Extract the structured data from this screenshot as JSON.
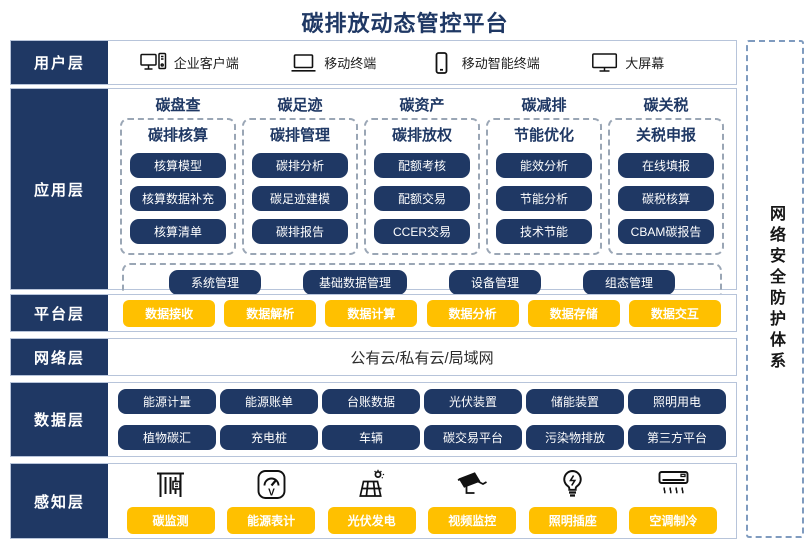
{
  "title": "碳排放动态管控平台",
  "colors": {
    "navy": "#1F3864",
    "yellow": "#FFC000"
  },
  "security_sidebar": {
    "label": "网络安全防护体系"
  },
  "layers": {
    "user": {
      "label": "用户层",
      "items": [
        {
          "icon": "desktop-pc",
          "label": "企业客户端"
        },
        {
          "icon": "laptop",
          "label": "移动终端"
        },
        {
          "icon": "smartphone",
          "label": "移动智能终端"
        },
        {
          "icon": "big-screen",
          "label": "大屏幕"
        }
      ]
    },
    "application": {
      "label": "应用层",
      "columns": [
        {
          "header": "碳盘查",
          "title": "碳排核算",
          "buttons": [
            "核算模型",
            "核算数据补充",
            "核算清单"
          ]
        },
        {
          "header": "碳足迹",
          "title": "碳排管理",
          "buttons": [
            "碳排分析",
            "碳足迹建模",
            "碳排报告"
          ]
        },
        {
          "header": "碳资产",
          "title": "碳排放权",
          "buttons": [
            "配额考核",
            "配额交易",
            "CCER交易"
          ]
        },
        {
          "header": "碳减排",
          "title": "节能优化",
          "buttons": [
            "能效分析",
            "节能分析",
            "技术节能"
          ]
        },
        {
          "header": "碳关税",
          "title": "关税申报",
          "buttons": [
            "在线填报",
            "碳税核算",
            "CBAM碳报告"
          ]
        }
      ],
      "common_buttons": [
        "系统管理",
        "基础数据管理",
        "设备管理",
        "组态管理"
      ]
    },
    "platform": {
      "label": "平台层",
      "buttons": [
        "数据接收",
        "数据解析",
        "数据计算",
        "数据分析",
        "数据存储",
        "数据交互"
      ]
    },
    "network": {
      "label": "网络层",
      "text": "公有云/私有云/局域网"
    },
    "data": {
      "label": "数据层",
      "buttons": [
        "能源计量",
        "能源账单",
        "台账数据",
        "光伏装置",
        "储能装置",
        "照明用电",
        "植物碳汇",
        "充电桩",
        "车辆",
        "碳交易平台",
        "污染物排放",
        "第三方平台"
      ]
    },
    "perception": {
      "label": "感知层",
      "items": [
        {
          "icon": "carbon-monitor",
          "label": "碳监测"
        },
        {
          "icon": "energy-meter",
          "label": "能源表计"
        },
        {
          "icon": "solar-panel",
          "label": "光伏发电"
        },
        {
          "icon": "cctv-camera",
          "label": "视频监控"
        },
        {
          "icon": "light-socket",
          "label": "照明插座"
        },
        {
          "icon": "air-conditioner",
          "label": "空调制冷"
        }
      ]
    }
  }
}
